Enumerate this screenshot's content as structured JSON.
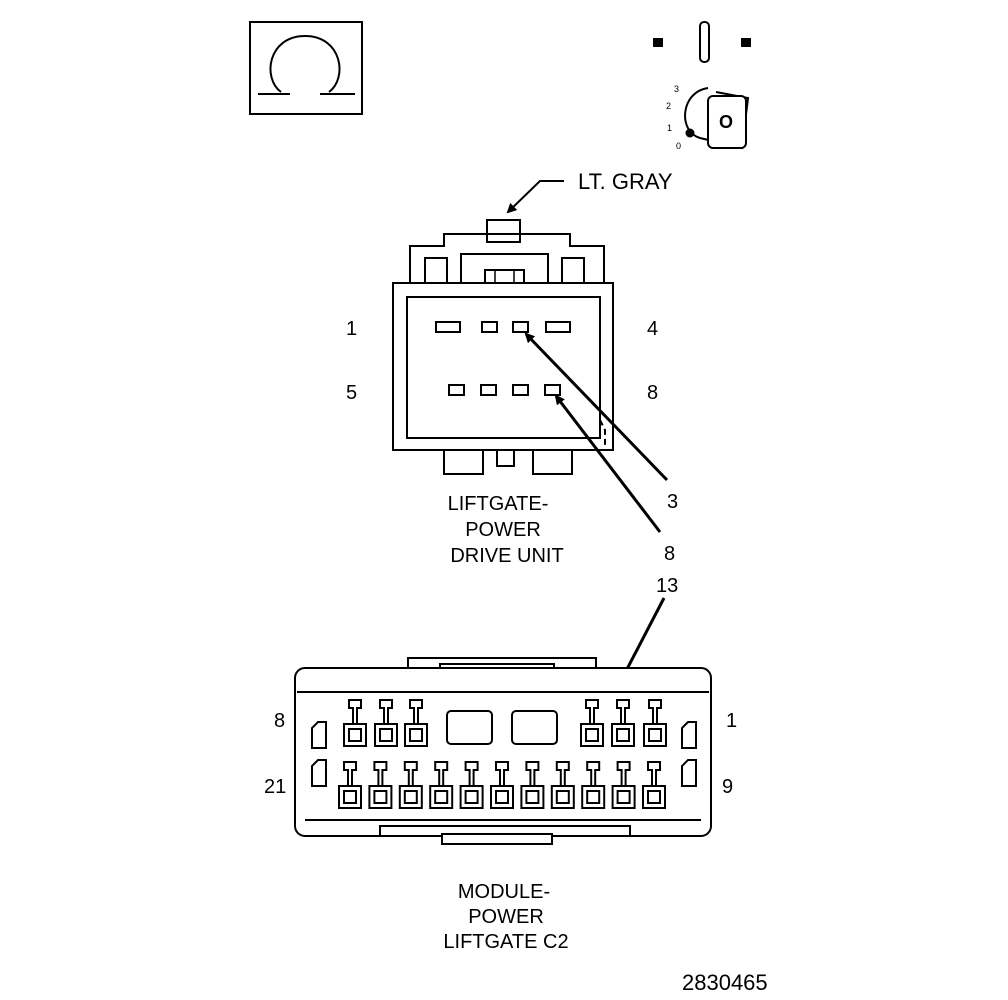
{
  "connector_1": {
    "color": "LT. GRAY",
    "pin_left_top": "1",
    "pin_right_top": "4",
    "pin_left_bottom": "5",
    "pin_right_bottom": "8",
    "name_line1": "LIFTGATE-",
    "name_line2": "POWER",
    "name_line3": "DRIVE UNIT"
  },
  "callouts": [
    "3",
    "8",
    "13"
  ],
  "connector_2": {
    "pin_left_top": "8",
    "pin_right_top": "1",
    "pin_left_bottom": "21",
    "pin_right_bottom": "9",
    "name_line1": "MODULE-",
    "name_line2": "POWER",
    "name_line3": "LIFTGATE C2"
  },
  "key_icon": {
    "key_letter": "O",
    "positions": [
      "3",
      "2",
      "1",
      "0"
    ]
  },
  "figure_id": "2830465"
}
